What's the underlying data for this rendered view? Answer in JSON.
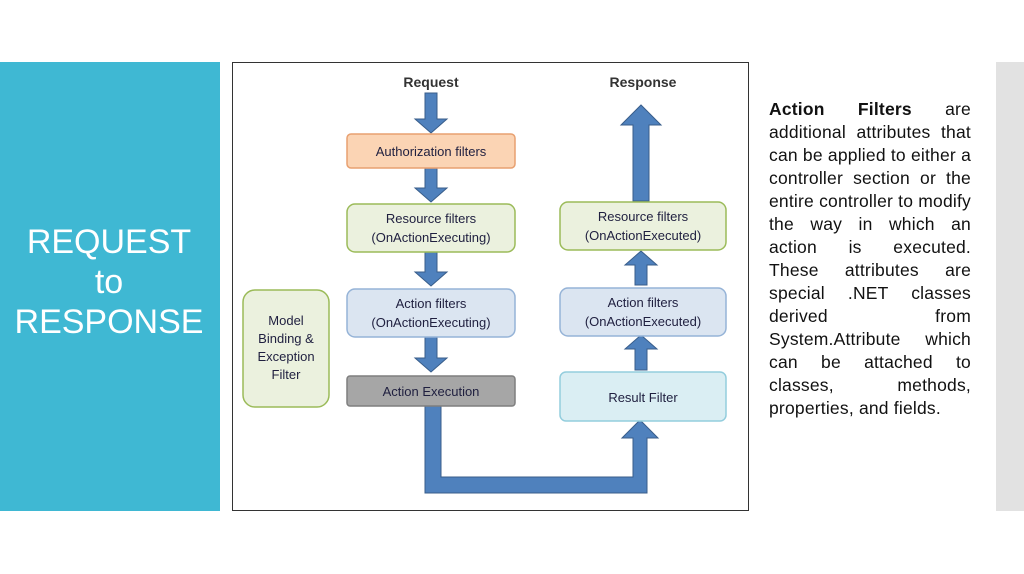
{
  "slide": {
    "title_lines": [
      "REQUEST",
      "to",
      "RESPONSE"
    ]
  },
  "diagram": {
    "request_label": "Request",
    "response_label": "Response",
    "authorization": "Authorization filters",
    "resource_in": [
      "Resource filters",
      "(OnActionExecuting)"
    ],
    "action_in": [
      "Action filters",
      "(OnActionExecuting)"
    ],
    "action_execution": "Action Execution",
    "model_binding": [
      "Model",
      "Binding &",
      "Exception",
      "Filter"
    ],
    "resource_out": [
      "Resource filters",
      "(OnActionExecuted)"
    ],
    "action_out": [
      "Action filters",
      "(OnActionExecuted)"
    ],
    "result_filter": "Result Filter",
    "colors": {
      "arrow": "#4f81bd",
      "arrow_stroke": "#385d8a",
      "authorization_fill": "#fbd4b4",
      "authorization_stroke": "#e8a070",
      "resource_fill": "#ebf1de",
      "resource_stroke": "#9bbb59",
      "action_fill": "#dbe5f1",
      "action_stroke": "#95b3d7",
      "execution_fill": "#a6a6a6",
      "execution_stroke": "#7f7f7f",
      "result_fill": "#daeef3",
      "result_stroke": "#93cddd"
    }
  },
  "description": {
    "bold_term": "Action Filters",
    "text": " are additional attributes that can be applied to either a controller section or the entire controller to modify the way in which an action is executed. These attributes are special .NET classes derived from System.Attribute which can be attached to classes, methods, properties, and fields."
  }
}
